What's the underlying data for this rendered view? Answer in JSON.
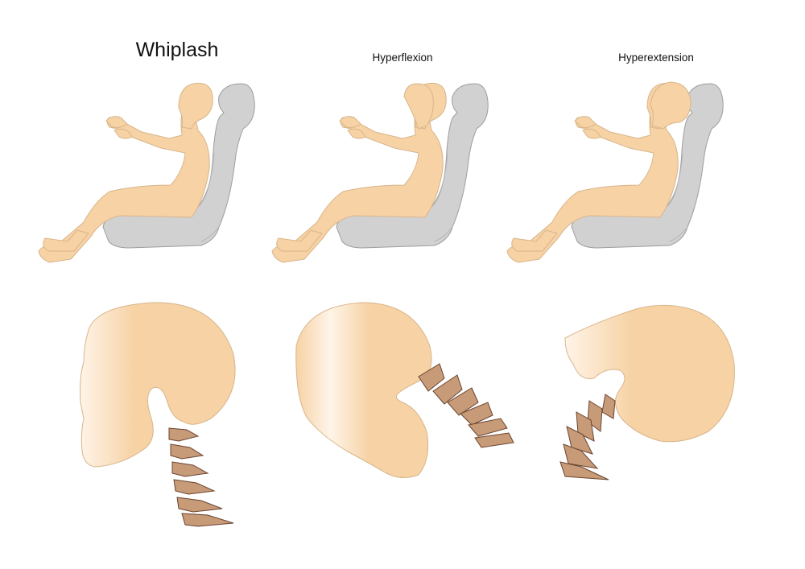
{
  "titles": {
    "main": "Whiplash",
    "flexion": "Hyperflexion",
    "extension": "Hyperextension"
  },
  "colors": {
    "skin": "#f6d2a4",
    "skin_highlight": "#fff4e8",
    "outline": "#d8b58c",
    "seat": "#d1d1d2",
    "seat_outline": "#9d9d9f",
    "vertebra": "#c79a78",
    "vertebra_outline": "#6b4530",
    "background": "#ffffff"
  }
}
